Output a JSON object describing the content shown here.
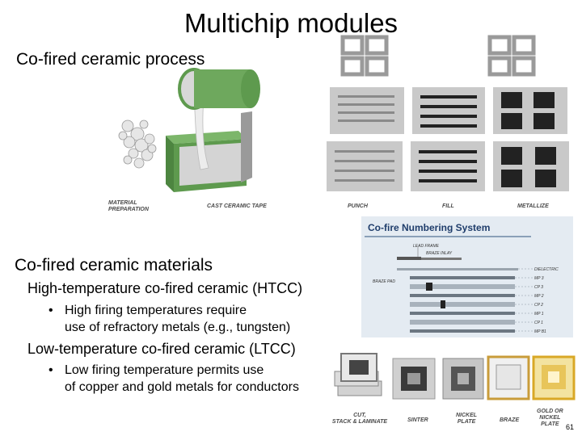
{
  "slide": {
    "title": "Multichip modules",
    "subtitle": "Co-fired ceramic process",
    "section_heading": "Co-fired ceramic materials",
    "htcc": {
      "heading": "High-temperature co-fired ceramic (HTCC)",
      "bullet_line1": "High firing temperatures require",
      "bullet_line2": "use of refractory metals (e.g., tungsten)"
    },
    "ltcc": {
      "heading": "Low-temperature co-fired ceramic (LTCC)",
      "bullet_line1": "Low firing temperature permits use",
      "bullet_line2": "of copper and gold metals for conductors"
    },
    "bullet_glyph": "•",
    "page_number": "61"
  },
  "process_labels": {
    "material_line1": "MATERIAL",
    "material_line2": "PREPARATION",
    "cast": "CAST CERAMIC TAPE",
    "punch": "PUNCH",
    "fill": "FILL",
    "metallize": "METALLIZE"
  },
  "numbering": {
    "title": "Co-fire Numbering System",
    "lead_frame": "LEAD FRAME",
    "braze_inlay": "BRAZE INLAY",
    "braze_pad": "BRAZE PAD",
    "layers": [
      "DIELECTRIC",
      "MP 3",
      "CP 3",
      "MP 2",
      "CP 2",
      "MP 1",
      "CP 1",
      "MP B1"
    ]
  },
  "bottom_labels": {
    "cut_line1": "CUT,",
    "cut_line2": "STACK & LAMINATE",
    "sinter": "SINTER",
    "nickel_line1": "NICKEL",
    "nickel_line2": "PLATE",
    "braze": "BRAZE",
    "gold_line1": "GOLD OR",
    "gold_line2": "NICKEL",
    "gold_line3": "PLATE"
  },
  "colors": {
    "green_trough": "#5e9a4e",
    "ceramic": "#c9c9c9",
    "numbering_bg": "#e4ebf2",
    "numbering_title": "#1f3d6b",
    "gold": "#d9a826"
  }
}
